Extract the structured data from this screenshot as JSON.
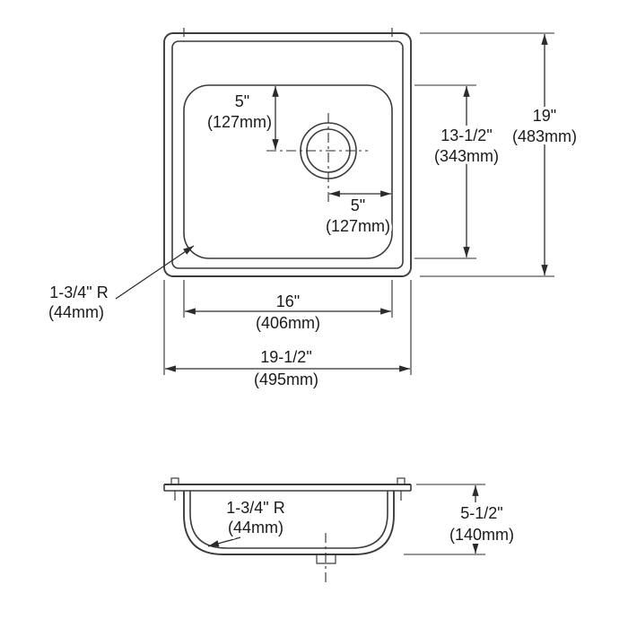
{
  "drawing": {
    "title": "Sink dimension drawing",
    "colors": {
      "line": "#3c3c3c",
      "dim_line": "#2e2e2e",
      "text": "#1a1a1a",
      "background": "#ffffff"
    },
    "top_view": {
      "dim_drain_from_rear": {
        "inches": "5\"",
        "mm": "(127mm)"
      },
      "dim_drain_from_side": {
        "inches": "5\"",
        "mm": "(127mm)"
      },
      "dim_bowl_front_to_back": {
        "inches": "13-1/2\"",
        "mm": "(343mm)"
      },
      "dim_overall_front_to_back": {
        "inches": "19\"",
        "mm": "(483mm)"
      },
      "corner_radius": {
        "label": "1-3/4\" R",
        "mm": "(44mm)"
      },
      "dim_bowl_width": {
        "inches": "16\"",
        "mm": "(406mm)"
      },
      "dim_overall_width": {
        "inches": "19-1/2\"",
        "mm": "(495mm)"
      }
    },
    "side_view": {
      "corner_radius": {
        "label": "1-3/4\" R",
        "mm": "(44mm)"
      },
      "dim_depth": {
        "inches": "5-1/2\"",
        "mm": "(140mm)"
      }
    }
  }
}
